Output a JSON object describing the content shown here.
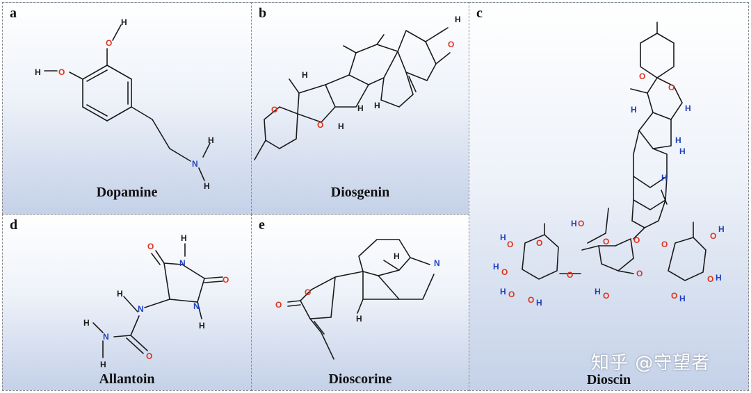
{
  "panels": {
    "a": {
      "letter": "a",
      "name": "Dopamine"
    },
    "b": {
      "letter": "b",
      "name": "Diosgenin"
    },
    "c": {
      "letter": "c",
      "name": "Dioscin"
    },
    "d": {
      "letter": "d",
      "name": "Allantoin"
    },
    "e": {
      "letter": "e",
      "name": "Dioscorine"
    }
  },
  "atoms": {
    "H": "H",
    "O": "O",
    "N": "N"
  },
  "watermark": "知乎 @守望者",
  "colors": {
    "oxygen": "#e0321c",
    "nitrogen": "#1f3fbf",
    "carbon": "#1a1a1a",
    "background_bottom": "#c4d1e8"
  }
}
